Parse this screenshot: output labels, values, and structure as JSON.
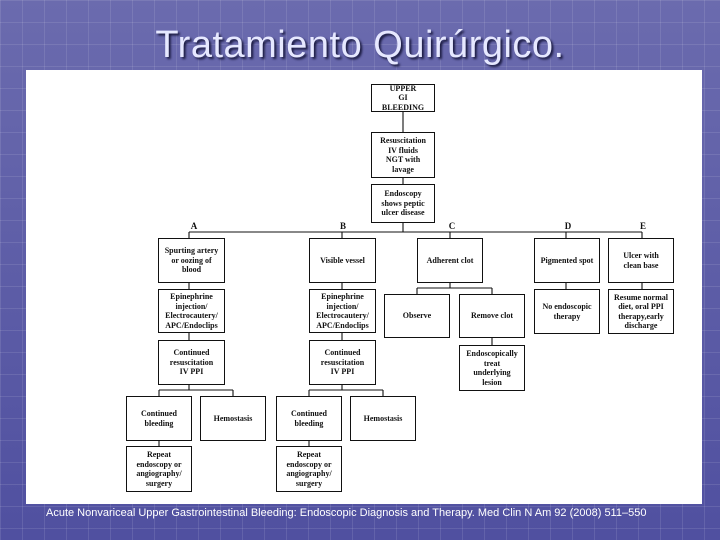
{
  "slide": {
    "title": "Tratamiento Quirúrgico.",
    "citation": "Acute Nonvariceal Upper Gastrointestinal Bleeding: Endoscopic Diagnosis and Therapy. Med Clin N Am 92 (2008) 511–550"
  },
  "flowchart": {
    "root": "UPPER\nGI\nBLEEDING",
    "resuscitation": "Resuscitation\nIV fluids\nNGT with\nlavage",
    "endoscopy": "Endoscopy\nshows peptic\nulcer disease",
    "branches": {
      "a": {
        "letter": "A",
        "finding": "Spurting artery\nor oozing of\nblood",
        "therapy": "Epinephrine\ninjection/\nElectrocautery/\nAPC/Endoclips",
        "ppi": "Continued\nresuscitation\nIV PPI",
        "continued": "Continued\nbleeding",
        "hemostasis": "Hemostasis",
        "repeat": "Repeat\nendoscopy or\nangiography/\nsurgery"
      },
      "b": {
        "letter": "B",
        "finding": "Visible vessel",
        "therapy": "Epinephrine\ninjection/\nElectrocautery/\nAPC/Endoclips",
        "ppi": "Continued\nresuscitation\nIV PPI",
        "continued": "Continued\nbleeding",
        "hemostasis": "Hemostasis",
        "repeat": "Repeat\nendoscopy or\nangiography/\nsurgery"
      },
      "c": {
        "letter": "C",
        "finding": "Adherent clot",
        "observe": "Observe",
        "remove": "Remove clot",
        "treat": "Endoscopically\ntreat\nunderlying\nlesion"
      },
      "d": {
        "letter": "D",
        "finding": "Pigmented spot",
        "therapy": "No endoscopic\ntherapy"
      },
      "e": {
        "letter": "E",
        "finding": "Ulcer with\nclean base",
        "therapy": "Resume normal\ndiet, oral PPI\ntherapy,early\ndischarge"
      }
    }
  }
}
